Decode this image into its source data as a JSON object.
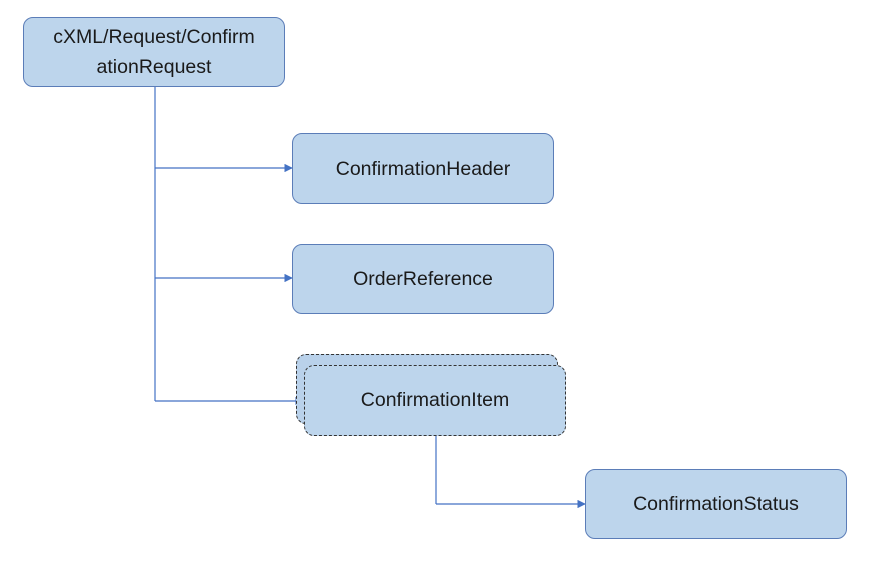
{
  "diagram": {
    "root": {
      "label": "cXML/Request/ConfirmationRequest",
      "line1": "cXML/Request/Confirm",
      "line2": "ationRequest"
    },
    "children": [
      {
        "id": "header",
        "label": "ConfirmationHeader"
      },
      {
        "id": "orderref",
        "label": "OrderReference"
      },
      {
        "id": "item",
        "label": "ConfirmationItem",
        "repeating": true,
        "children": [
          {
            "id": "status",
            "label": "ConfirmationStatus"
          }
        ]
      }
    ],
    "colors": {
      "node_fill": "#bdd5ec",
      "node_border": "#5b7db8",
      "connector": "#4472c4",
      "multi_border": "#333333"
    }
  }
}
